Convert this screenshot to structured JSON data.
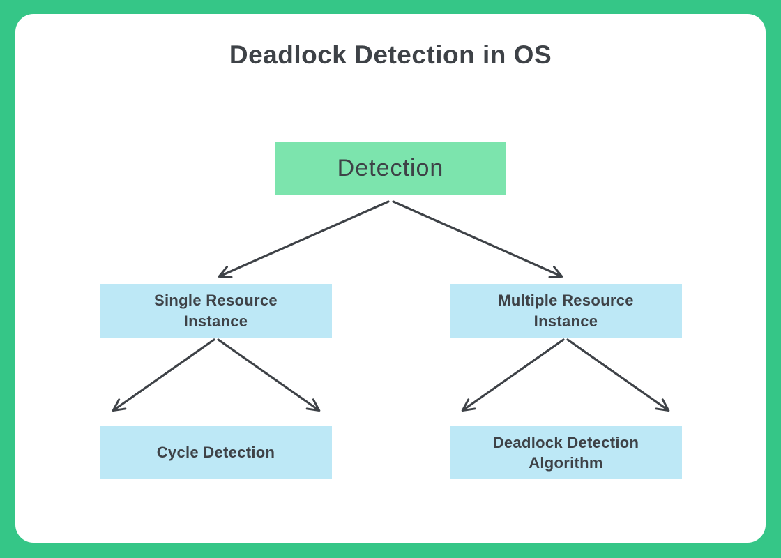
{
  "page": {
    "title": "Deadlock Detection in OS"
  },
  "colors": {
    "background": "#35C687",
    "card": "#FFFFFF",
    "root_node_fill": "#7CE4AD",
    "child_node_fill": "#BDE8F6",
    "text": "#3E4247",
    "arrow": "#3E4247"
  },
  "diagram": {
    "nodes": {
      "root": {
        "label": "Detection"
      },
      "single": {
        "label": "Single Resource\nInstance"
      },
      "multiple": {
        "label": "Multiple Resource\nInstance"
      },
      "cycle": {
        "label": "Cycle Detection"
      },
      "algorithm": {
        "label": "Deadlock Detection\nAlgorithm"
      }
    },
    "edges": [
      {
        "from": "Detection",
        "to": "Single Resource Instance"
      },
      {
        "from": "Detection",
        "to": "Multiple Resource Instance"
      },
      {
        "from": "Single Resource Instance",
        "to": "Cycle Detection"
      },
      {
        "from": "Multiple Resource Instance",
        "to": "Deadlock Detection Algorithm"
      }
    ]
  }
}
